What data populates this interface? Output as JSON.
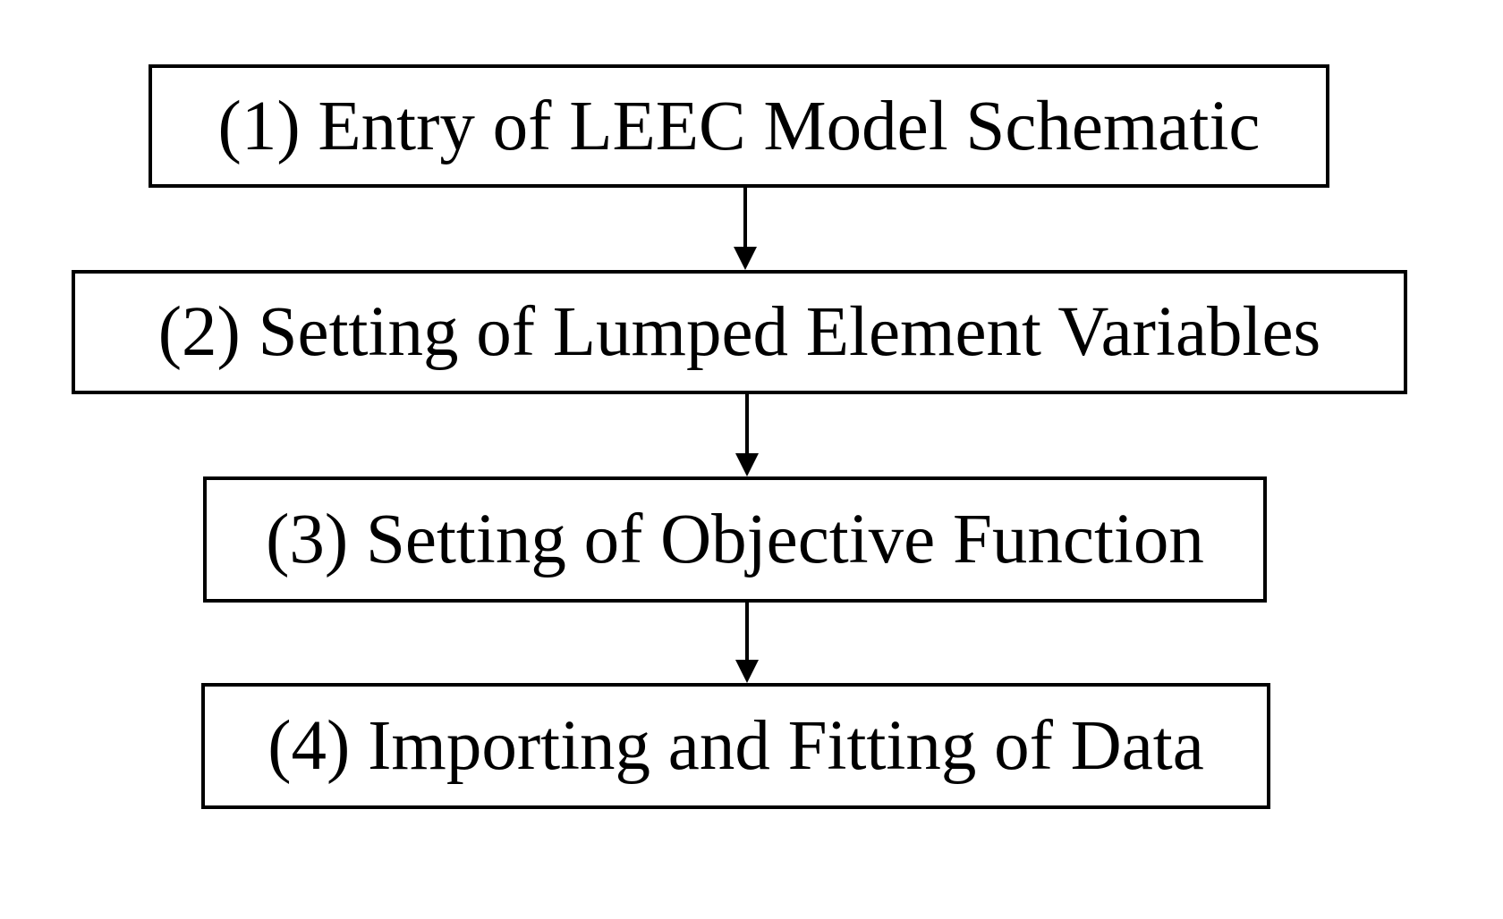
{
  "flowchart": {
    "steps": [
      {
        "label": "(1) Entry of LEEC Model Schematic"
      },
      {
        "label": "(2) Setting of Lumped Element Variables"
      },
      {
        "label": "(3) Setting of Objective Function"
      },
      {
        "label": "(4) Importing and Fitting of Data"
      }
    ],
    "connector_color": "#000000",
    "box_border_color": "#000000",
    "background_color": "#ffffff"
  }
}
